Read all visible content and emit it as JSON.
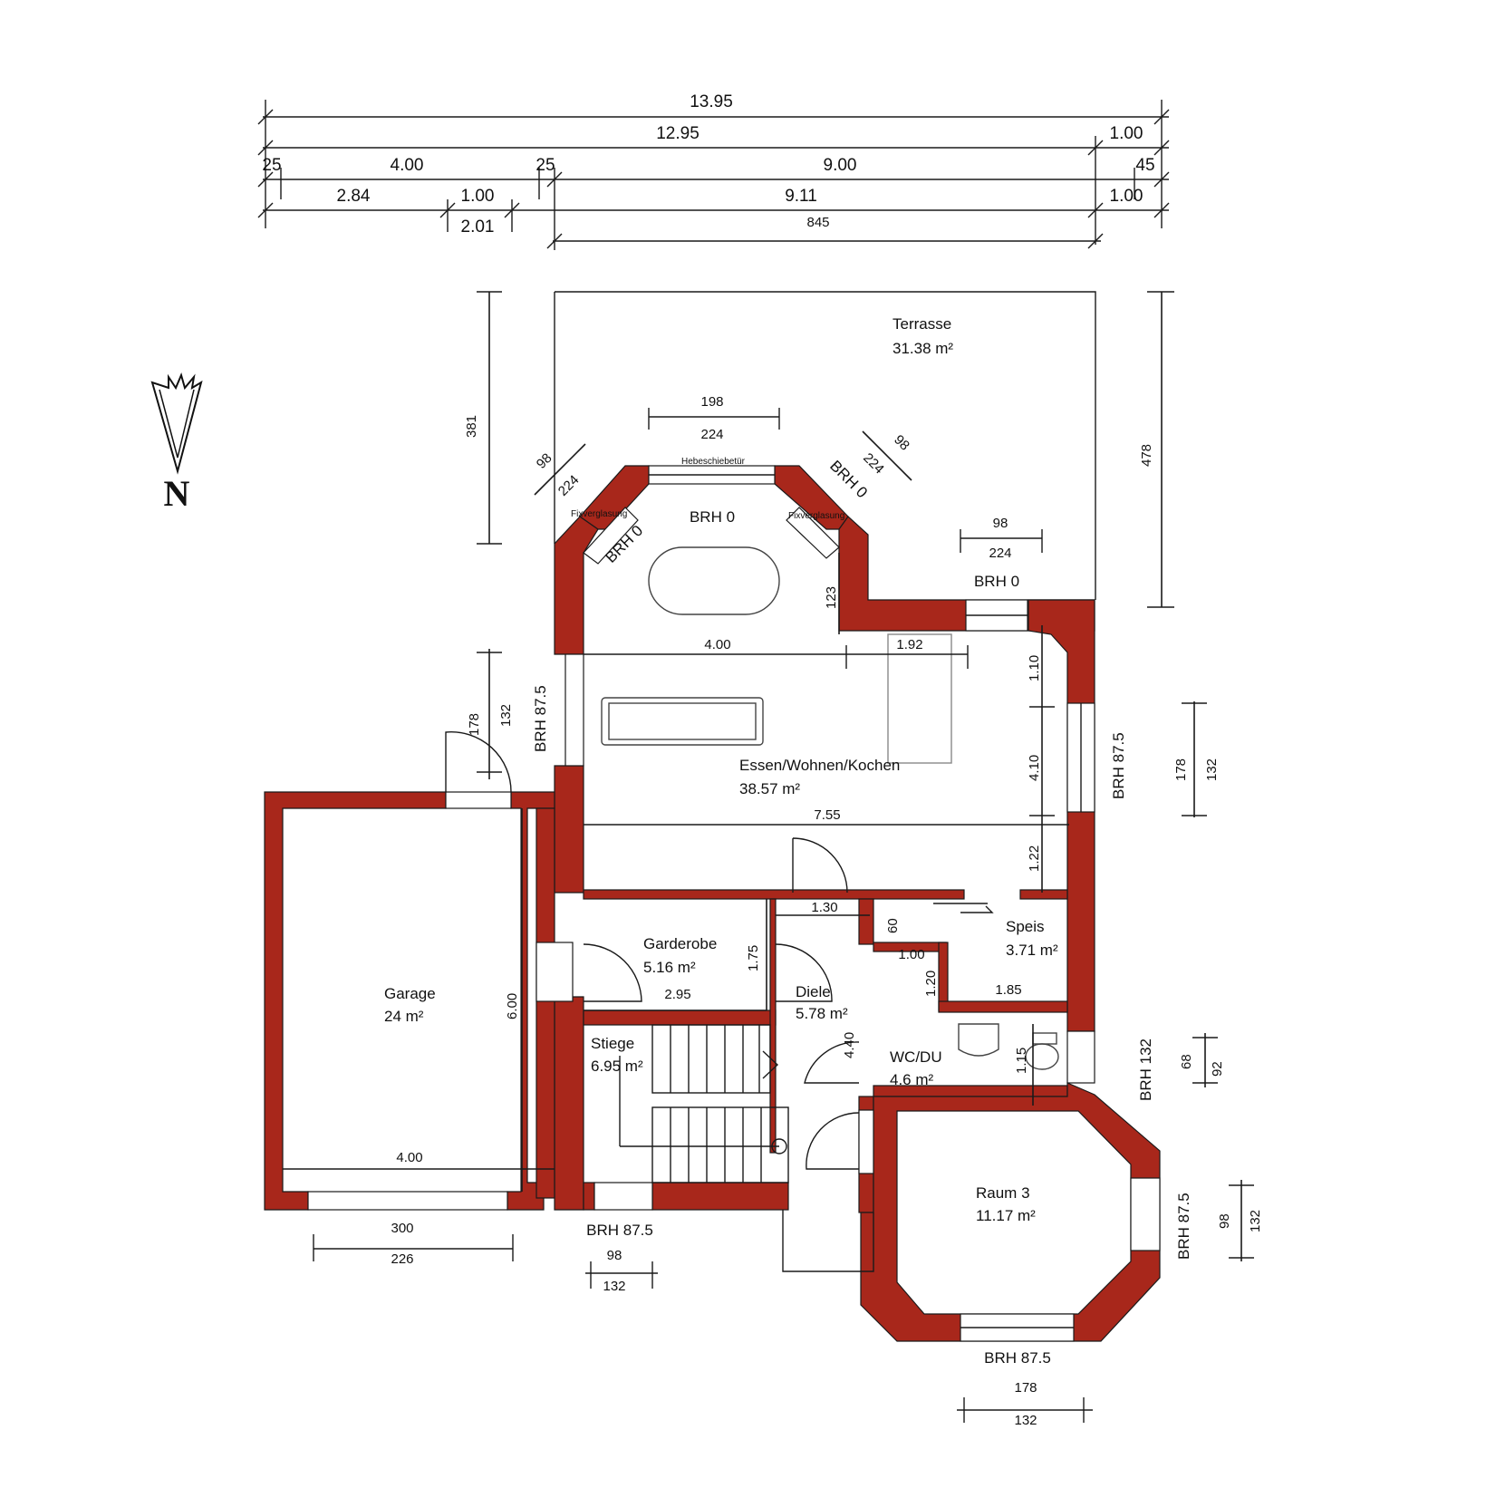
{
  "compass": {
    "label": "N"
  },
  "top_dimensions": {
    "row1": [
      "13.95"
    ],
    "row2": [
      "12.95",
      "1.00"
    ],
    "row3": [
      "25",
      "4.00",
      "25",
      "9.00",
      "45"
    ],
    "row4": [
      "2.84",
      "1.00",
      "9.11",
      "1.00"
    ],
    "row5": [
      "2.01",
      "845"
    ]
  },
  "rooms": {
    "terrasse": {
      "name": "Terrasse",
      "area": "31.38 m²"
    },
    "essen": {
      "name": "Essen/Wohnen/Kochen",
      "area": "38.57 m²"
    },
    "garage": {
      "name": "Garage",
      "area": "24 m²"
    },
    "garderobe": {
      "name": "Garderobe",
      "area": "5.16 m²"
    },
    "diele": {
      "name": "Diele",
      "area": "5.78 m²"
    },
    "stiege": {
      "name": "Stiege",
      "area": "6.95 m²"
    },
    "speis": {
      "name": "Speis",
      "area": "3.71 m²"
    },
    "wc": {
      "name": "WC/DU",
      "area": "4.6 m²"
    },
    "raum3": {
      "name": "Raum 3",
      "area": "11.17 m²"
    }
  },
  "labels": {
    "hebeschiebetuer": "Hebeschiebetür",
    "fixverglasung_left": "Fixverglasung",
    "fixverglasung_right": "Fixverglasung",
    "brh0_center": "BRH 0",
    "brh0_left": "BRH 0",
    "brh0_right": "BRH 0",
    "brh0_terr": "BRH 0",
    "brh875_left": "BRH 87.5",
    "brh875_right": "BRH 87.5",
    "brh875_bottom": "BRH 87.5",
    "brh875_raum3_right": "BRH 87.5",
    "brh875_raum3_bottom": "BRH 87.5",
    "brh132": "BRH 132"
  },
  "dims": {
    "d381": "381",
    "d478": "478",
    "d198": "198",
    "d224a": "224",
    "d98l": "98",
    "d224l": "224",
    "d98r": "98",
    "d224r": "224",
    "d98t": "98",
    "d224t": "224",
    "d123": "123",
    "d400_liv": "4.00",
    "d192": "1.92",
    "d110": "1.10",
    "d410": "4.10",
    "d122": "1.22",
    "d755": "7.55",
    "d178a": "178",
    "d132a": "132",
    "d178b": "178",
    "d132b": "132",
    "d130": "1.30",
    "d60": "60",
    "d100s": "1.00",
    "d120": "1.20",
    "d185": "1.85",
    "d175": "1.75",
    "d295": "2.95",
    "d600": "6.00",
    "d400_gar": "4.00",
    "d300": "300",
    "d226": "226",
    "d98bot": "98",
    "d132bot": "132",
    "d440": "4.40",
    "d115": "1.15",
    "d68": "68",
    "d92": "92",
    "d98side": "98",
    "d132side": "132",
    "d178bot": "178",
    "d132bot2": "132"
  }
}
